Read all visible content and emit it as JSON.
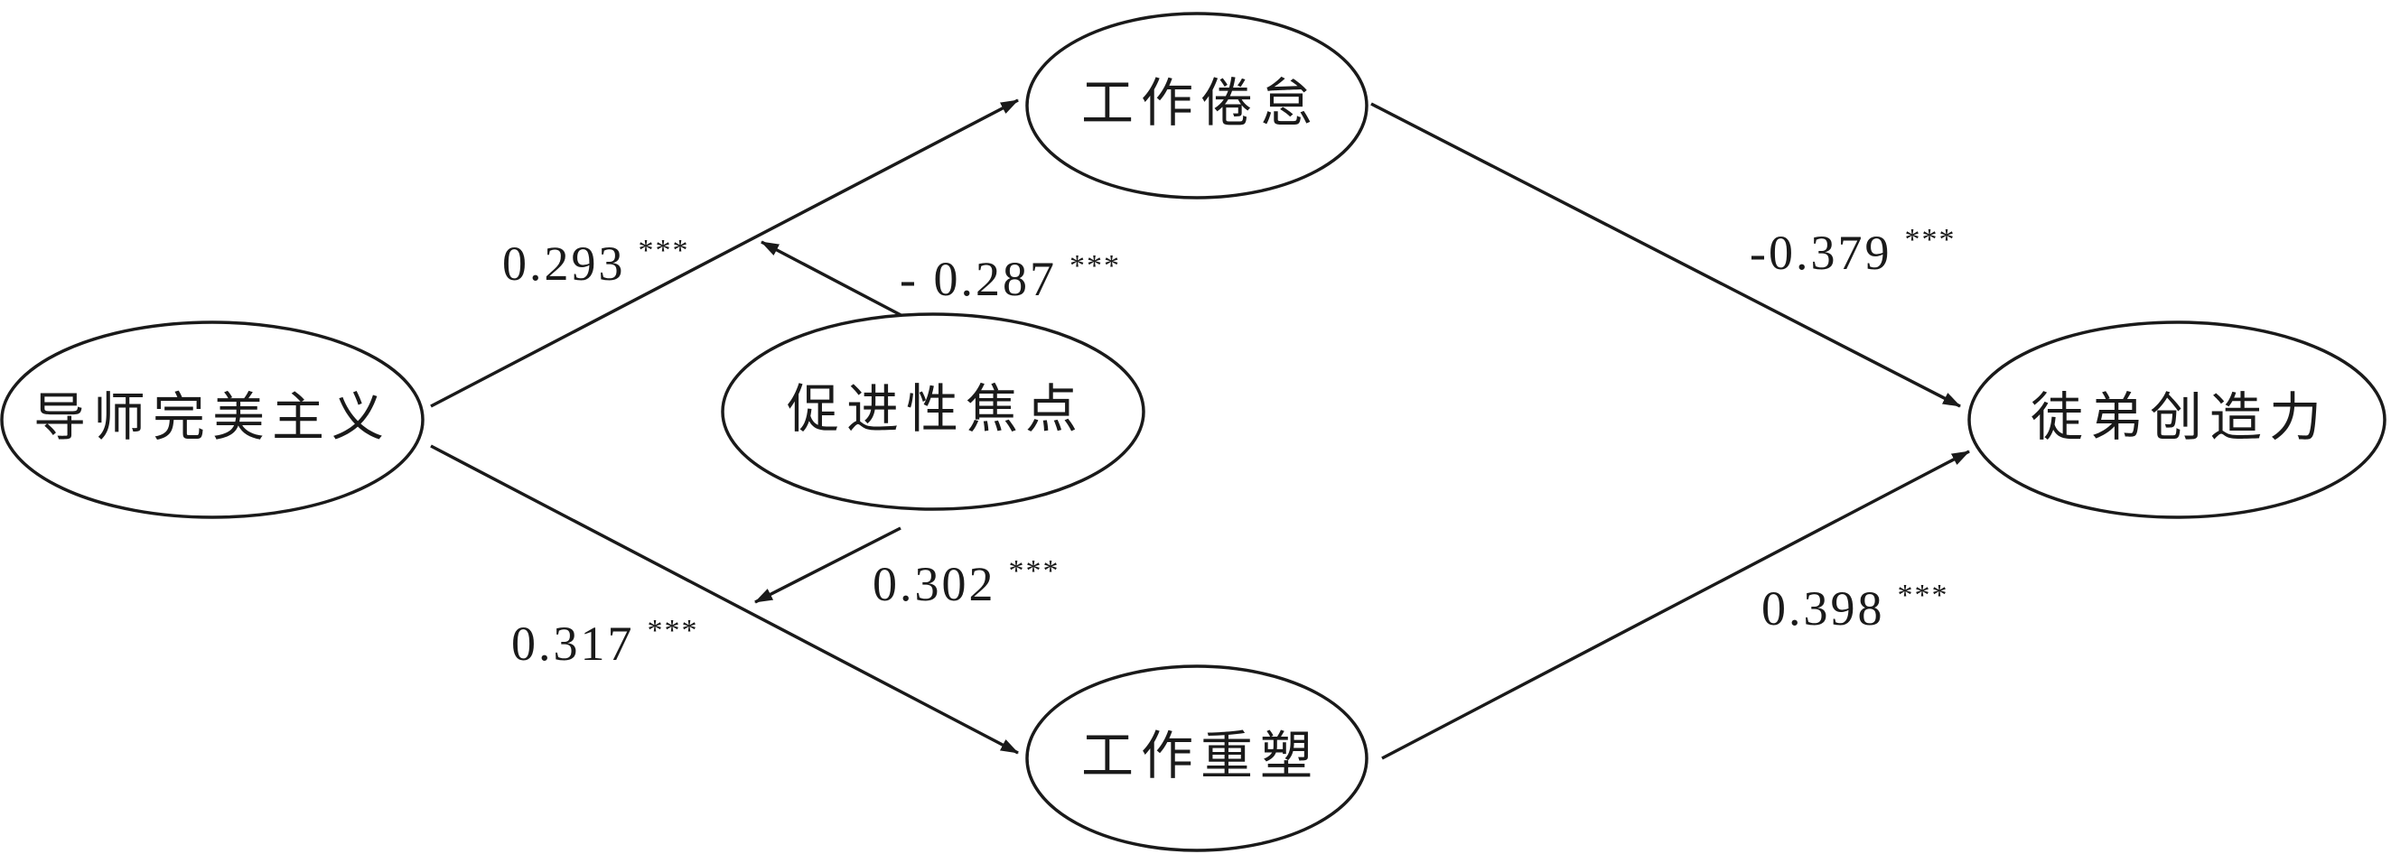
{
  "nodes": {
    "mentor_perfectionism": "导师完美主义",
    "promotion_focus": "促进性焦点",
    "work_burnout": "工作倦怠",
    "job_crafting": "工作重塑",
    "apprentice_creativity": "徒弟创造力"
  },
  "paths": {
    "perfectionism_to_burnout": {
      "value": "0.293",
      "sig": "***"
    },
    "promotion_moderates_burnout": {
      "value": "- 0.287",
      "sig": "***"
    },
    "burnout_to_creativity": {
      "value": "-0.379",
      "sig": "***"
    },
    "perfectionism_to_crafting": {
      "value": "0.317",
      "sig": "***"
    },
    "promotion_moderates_crafting": {
      "value": "0.302",
      "sig": "***"
    },
    "crafting_to_creativity": {
      "value": "0.398",
      "sig": "***"
    }
  },
  "colors": {
    "stroke": "#1a1a1a",
    "background": "#ffffff"
  }
}
